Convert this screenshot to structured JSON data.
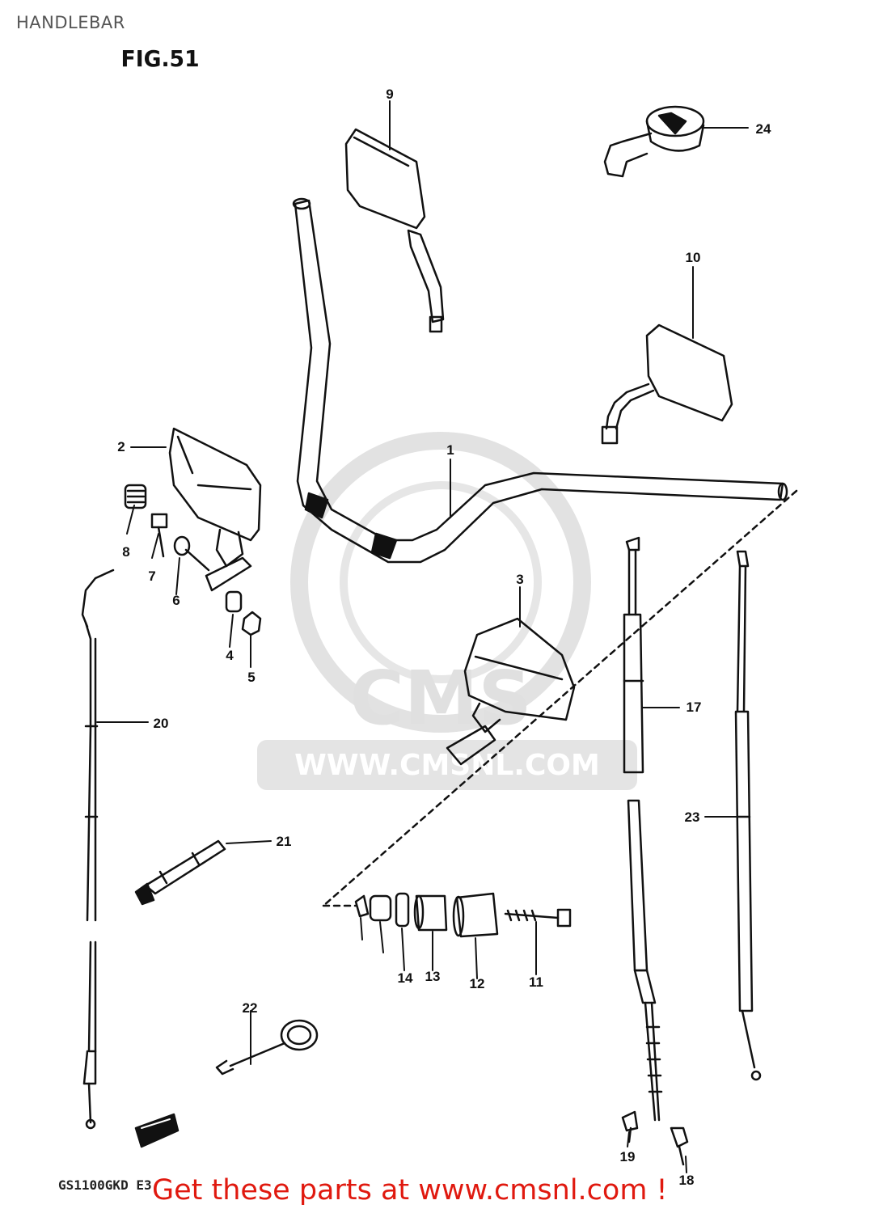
{
  "header": {
    "section_title": "HANDLEBAR",
    "figure_label": "FIG.51"
  },
  "watermark": {
    "logo_text": "CMS",
    "url_text": "WWW.CMSNL.COM"
  },
  "callouts": [
    "1",
    "2",
    "3",
    "4",
    "5",
    "6",
    "7",
    "8",
    "9",
    "10",
    "11",
    "12",
    "13",
    "14",
    "17",
    "18",
    "19",
    "20",
    "21",
    "22",
    "23",
    "24"
  ],
  "footer": {
    "model_code": "GS1100GKD E3",
    "promo_text": "Get these parts at www.cmsnl.com !"
  },
  "colors": {
    "line": "#111111",
    "watermark": "#d9d9d9",
    "promo": "#e0190f",
    "title": "#555555"
  }
}
